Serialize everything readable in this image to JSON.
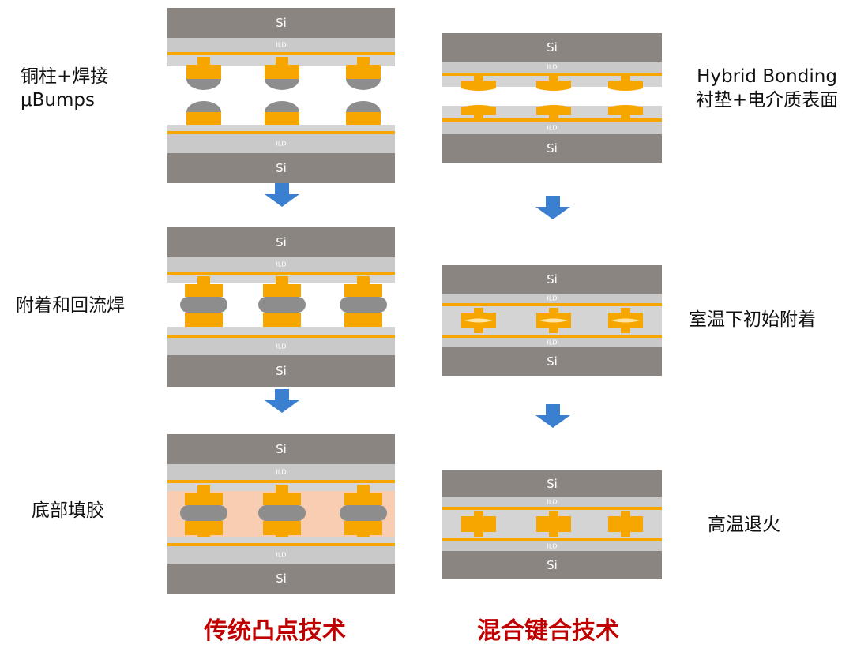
{
  "labels": {
    "si": "Si",
    "ild": "ILD"
  },
  "left_column": {
    "title": "传统凸点技术",
    "steps": [
      {
        "caption": "铜柱+焊接",
        "caption2": "μBumps"
      },
      {
        "caption": "附着和回流焊"
      },
      {
        "caption": "底部填胶"
      }
    ]
  },
  "right_column": {
    "title": "混合键合技术",
    "steps": [
      {
        "caption": "Hybrid Bonding",
        "caption2": "衬垫+电介质表面"
      },
      {
        "caption": "室温下初始附着"
      },
      {
        "caption": "高温退火"
      }
    ]
  },
  "colors": {
    "silicon": "#8a8580",
    "ild": "#c9c9c9",
    "copper": "#f7a600",
    "solder": "#8d8d8d",
    "underfill": "#f9cdb2",
    "arrow": "#3a7fd0",
    "title": "#c00000"
  }
}
